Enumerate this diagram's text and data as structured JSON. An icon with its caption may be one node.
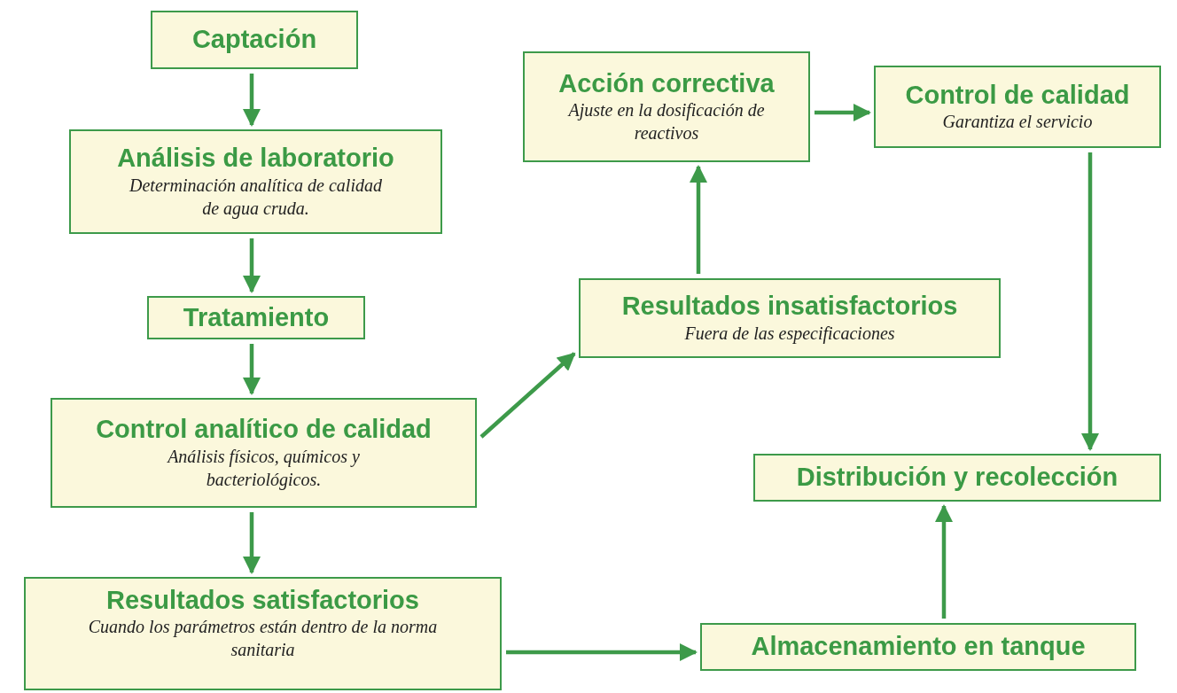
{
  "diagram": {
    "nodes": [
      {
        "text": [
          "Captación"
        ]
      },
      {
        "text": [
          "Análisis de laboratorio",
          "Determinación analítica de calidad de agua cruda."
        ]
      },
      {
        "text": [
          "Tratamiento"
        ]
      },
      {
        "text": [
          "Control analítico de calidad",
          "Análisis físicos, químicos y bacteriológicos."
        ]
      },
      {
        "text": [
          "Resultados satisfactorios",
          "Cuando los parámetros están dentro de la norma sanitaria"
        ]
      },
      {
        "text": [
          "Almacenamiento en tanque"
        ]
      },
      {
        "text": [
          "Distribución y recolección"
        ]
      },
      {
        "text": [
          "Resultados insatisfactorios",
          "Fuera de las especificaciones"
        ]
      },
      {
        "text": [
          "Acción correctiva",
          "Ajuste en la dosificación de reactivos"
        ]
      },
      {
        "text": [
          "Control de calidad",
          "Garantiza el servicio"
        ]
      }
    ],
    "edges": [
      {
        "from": 0,
        "to": 1,
        "arrow": "to"
      },
      {
        "from": 1,
        "to": 2,
        "arrow": "to"
      },
      {
        "from": 2,
        "to": 3,
        "arrow": "to"
      },
      {
        "from": 3,
        "to": 4,
        "arrow": "to"
      },
      {
        "from": 3,
        "to": 7,
        "arrow": "to"
      },
      {
        "from": 4,
        "to": 5,
        "arrow": "to"
      },
      {
        "from": 5,
        "to": 6,
        "arrow": "to"
      },
      {
        "from": 7,
        "to": 8,
        "arrow": "to"
      },
      {
        "from": 8,
        "to": 9,
        "arrow": "to"
      },
      {
        "from": 9,
        "to": 6,
        "arrow": "to"
      }
    ]
  }
}
